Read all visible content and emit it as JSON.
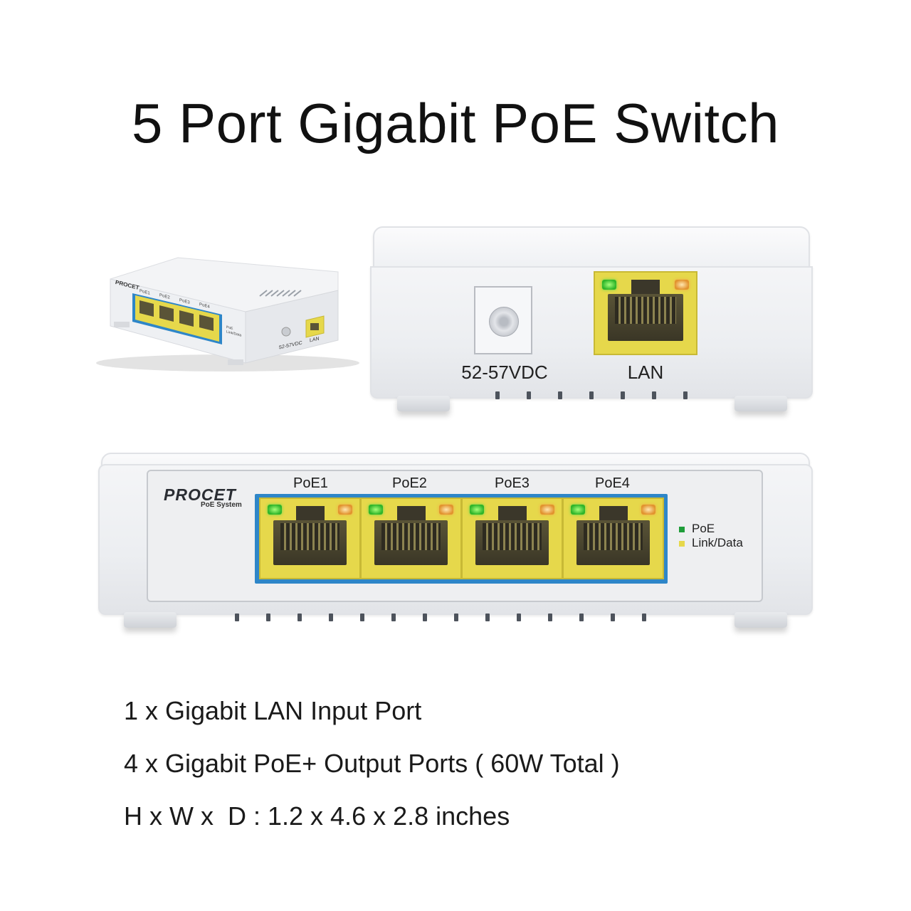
{
  "title": "5 Port Gigabit PoE Switch",
  "brand": {
    "name": "PROCET",
    "subtitle": "PoE System"
  },
  "back_panel": {
    "dc_label": "52-57VDC",
    "lan_label": "LAN"
  },
  "front_panel": {
    "ports": [
      "PoE1",
      "PoE2",
      "PoE3",
      "PoE4"
    ],
    "legend": [
      {
        "label": "PoE",
        "color": "#1f9d3a"
      },
      {
        "label": "Link/Data",
        "color": "#e6d84b"
      }
    ]
  },
  "thumbnail": {
    "brand": "PROCET",
    "ports": [
      "PoE1",
      "PoE2",
      "PoE3",
      "PoE4"
    ],
    "legend": [
      "PoE",
      "Link/Data"
    ],
    "dc_label": "52-57VDC",
    "lan_label": "LAN"
  },
  "specs": [
    "1 x Gigabit LAN Input Port",
    "4 x Gigabit PoE+ Output Ports ( 60W Total )",
    "H x W x  D : 1.2 x 4.6 x 2.8 inches"
  ],
  "colors": {
    "port_yellow": "#e6d84b",
    "port_frame_blue": "#2e86c8",
    "led_green": "#2fb52a",
    "led_orange": "#e2932e"
  }
}
